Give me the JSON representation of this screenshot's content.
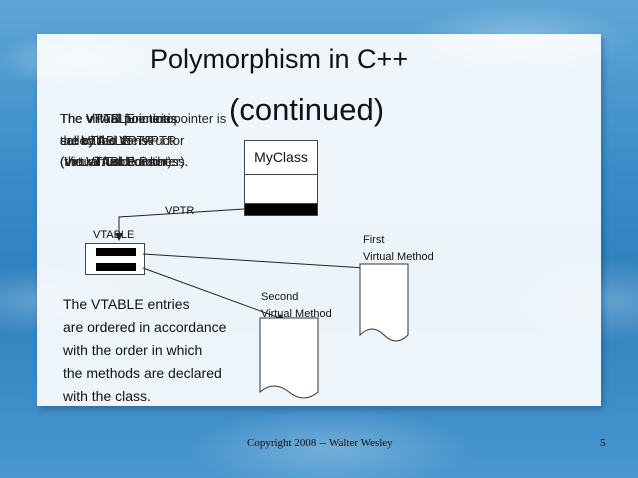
{
  "slide": {
    "title_line1": "Polymorphism in C++",
    "title_line2": "(continued)",
    "overlay_lines": [
      [
        "The VPTR points to",
        "The VTABLE entries",
        "The virtual function pointer is",
        "The virtual pointer is"
      ],
      [
        "the VTABLE",
        "are called the VPTR",
        "called the VPTR",
        "set by the constructor"
      ],
      [
        "(the VTABLE address.",
        "(the Virtual Pointer).",
        "(Virtual Table Pointer).",
        "(virtual functions."
      ]
    ],
    "myclass_label": "MyClass",
    "vptr_label": "VPTR",
    "vtable_label": "VTABLE",
    "first_method": [
      "First",
      "Virtual Method"
    ],
    "second_method": [
      "Second",
      "Virtual Method"
    ],
    "body_lines": [
      "The VTABLE entries",
      "are ordered in accordance",
      "with the order in which",
      "the methods are declared",
      "with the class."
    ],
    "footer": "Copyright 2008 -- Walter Wesley",
    "page_number": "5"
  }
}
